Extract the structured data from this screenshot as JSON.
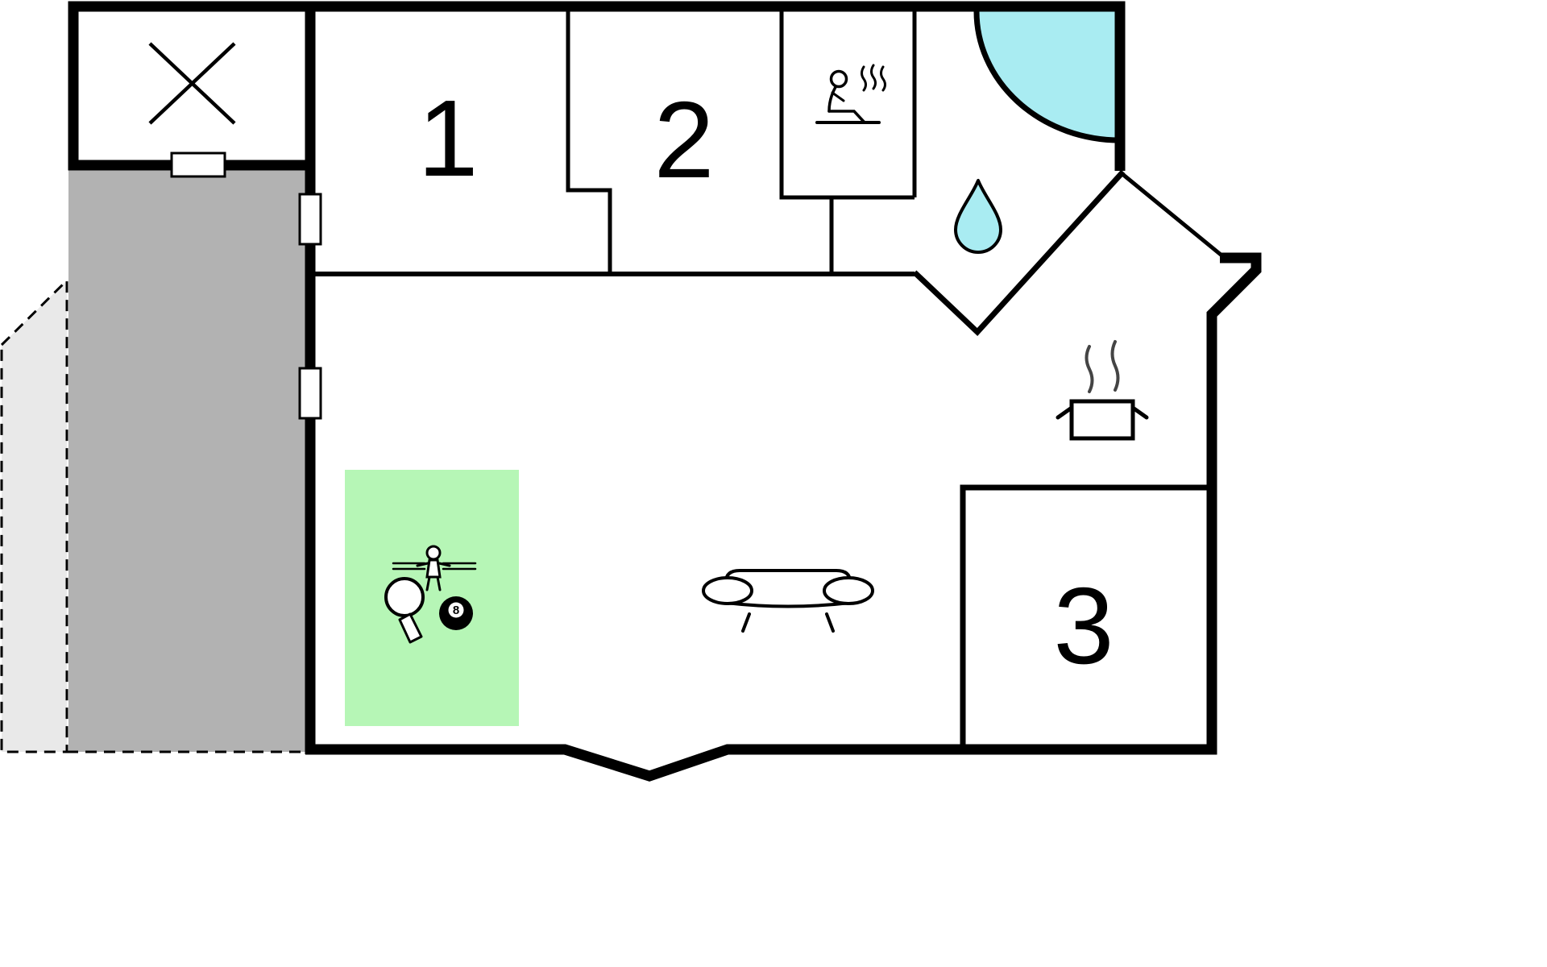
{
  "floorplan": {
    "rooms": [
      {
        "name": "room-1",
        "label": "1"
      },
      {
        "name": "room-2",
        "label": "2"
      },
      {
        "name": "room-3",
        "label": "3"
      }
    ],
    "game_area": {
      "eight_ball_label": "8"
    },
    "colors": {
      "background": "#ffffff",
      "wall": "#000000",
      "terrace": "#b2b2b2",
      "terrace_extension": "#e9e9e9",
      "water": "#a9ecf2",
      "games_area": "#b6f6b6"
    },
    "icons": [
      "x-marker-icon",
      "sauna-icon",
      "shower-icon",
      "water-drop-icon",
      "cooking-pot-icon",
      "sofa-icon",
      "table-tennis-paddle-icon",
      "foosball-player-icon",
      "eight-ball-icon"
    ]
  }
}
